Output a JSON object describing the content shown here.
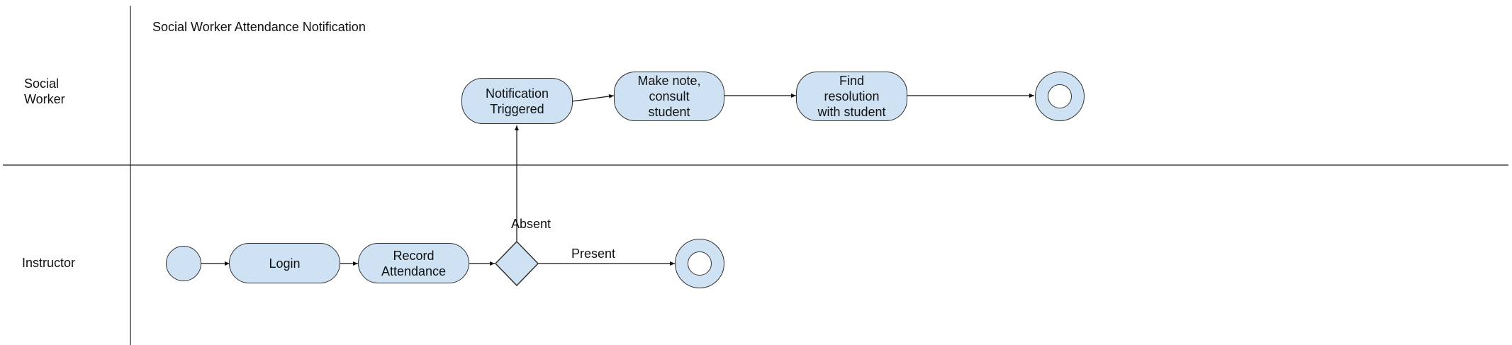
{
  "diagram": {
    "title": "Social Worker Attendance Notification",
    "lanes": [
      {
        "label": "Social\nWorker"
      },
      {
        "label": "Instructor"
      }
    ],
    "nodes": {
      "notification": "Notification\nTriggered",
      "make_note": "Make note,\nconsult\nstudent",
      "find_resolution": "Find\nresolution\nwith student",
      "login": "Login",
      "record": "Record\nAttendance"
    },
    "edge_labels": {
      "absent": "Absent",
      "present": "Present"
    }
  }
}
